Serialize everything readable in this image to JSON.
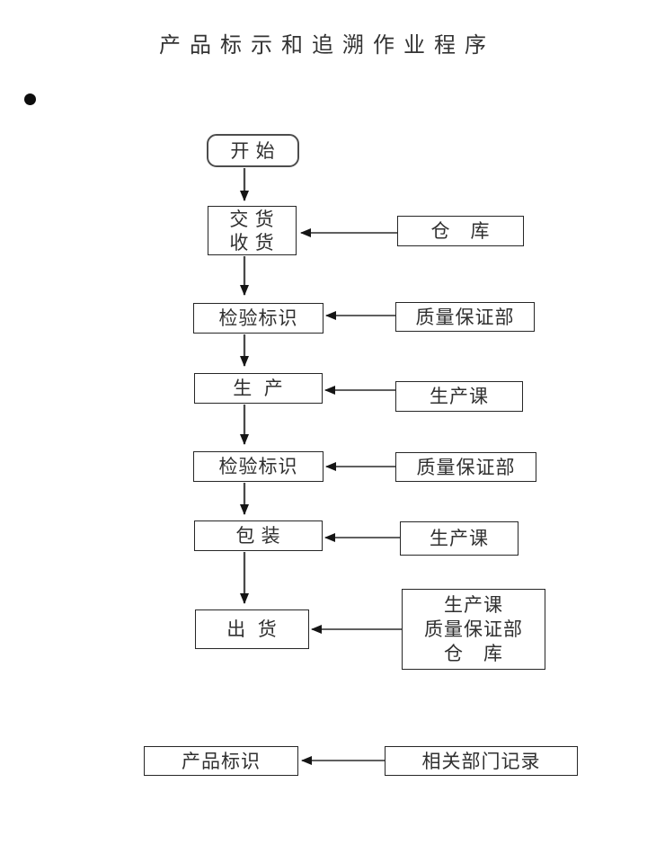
{
  "page": {
    "title": "产 品 标 示 和 追 溯 作 业 程 序"
  },
  "colors": {
    "ink": "#2b2b2b",
    "box_border": "#262626",
    "flow_line": "#4a4a4a",
    "arrowhead": "#151515",
    "background": "#ffffff"
  },
  "flow": {
    "start_label": "开 始",
    "steps": [
      {
        "name": "delivery-receiving",
        "label_lines": [
          "交 货",
          "收 货"
        ],
        "dept": "仓　库"
      },
      {
        "name": "inspection-marking-1",
        "label": "检验标识",
        "dept": "质量保证部"
      },
      {
        "name": "production",
        "label": "生  产",
        "dept": "生产课"
      },
      {
        "name": "inspection-marking-2",
        "label": "检验标识",
        "dept": "质量保证部"
      },
      {
        "name": "packaging",
        "label": "包 装",
        "dept": "生产课"
      },
      {
        "name": "shipping",
        "label": "出  货",
        "dept_lines": [
          "生产课",
          "质量保证部",
          "仓　库"
        ]
      },
      {
        "name": "product-identification",
        "label": "产品标识",
        "dept": "相关部门记录"
      }
    ]
  }
}
